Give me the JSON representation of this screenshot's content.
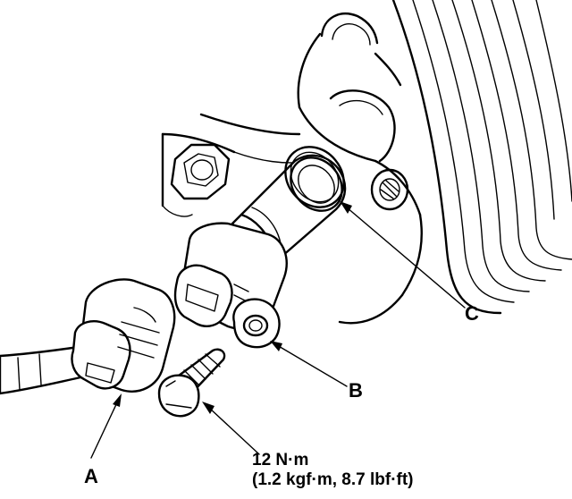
{
  "callouts": {
    "a": "A",
    "b": "B",
    "c": "C"
  },
  "torque": {
    "line1": "12 N·m",
    "line2": "(1.2 kgf·m, 8.7 lbf·ft)"
  }
}
